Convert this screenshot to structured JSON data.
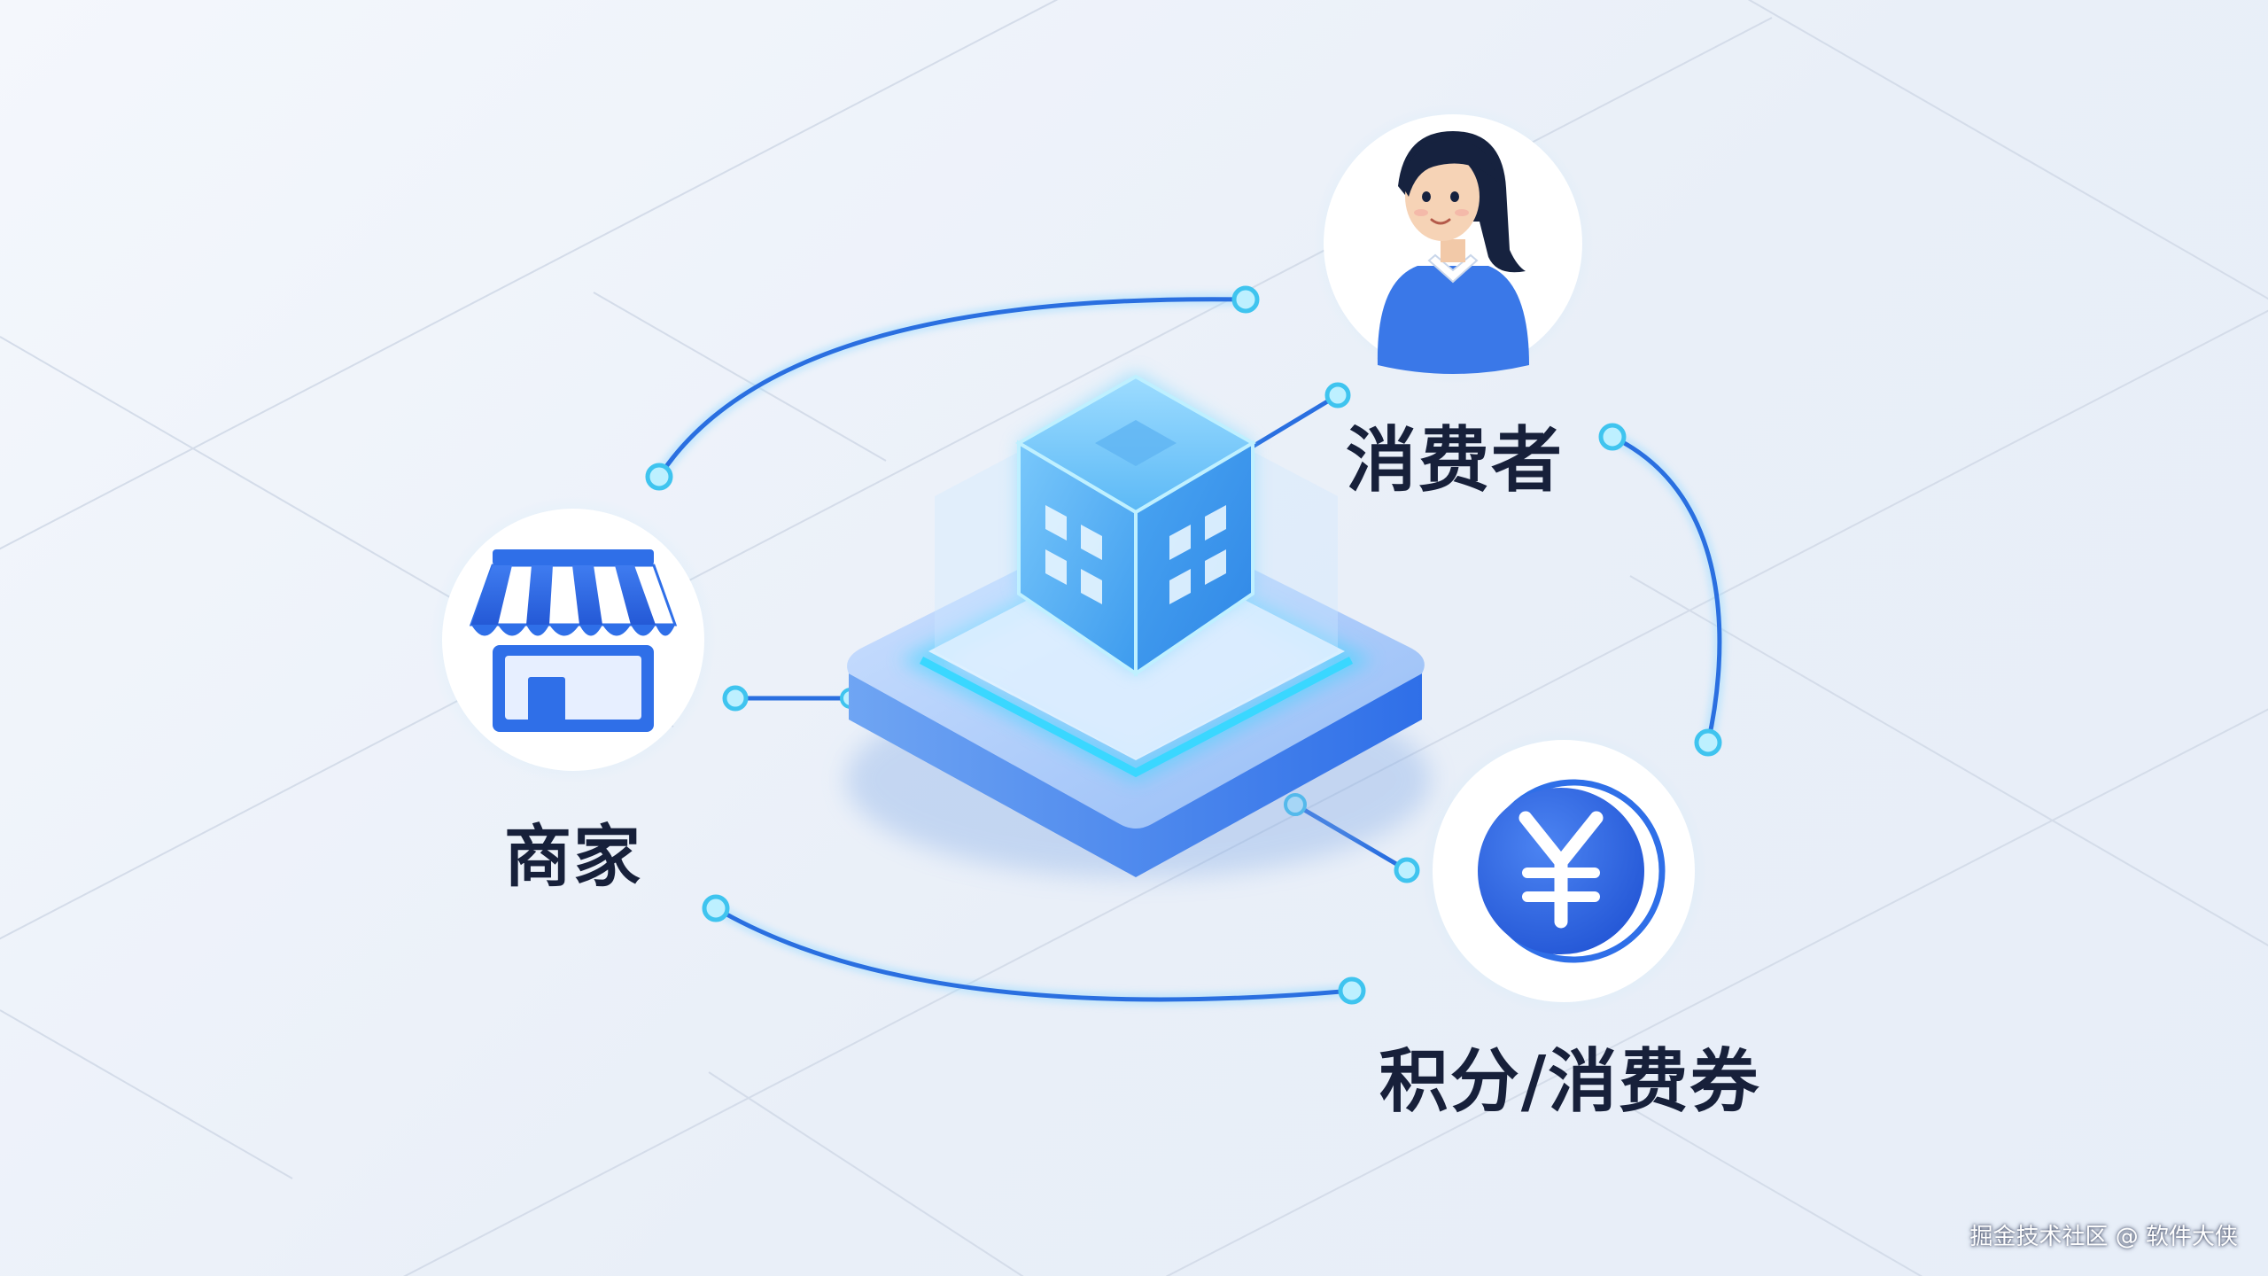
{
  "nodes": {
    "center": {
      "name": "platform"
    },
    "merchant": {
      "label": "商家",
      "icon": "storefront-icon"
    },
    "consumer": {
      "label": "消费者",
      "icon": "person-avatar-icon"
    },
    "points": {
      "label": "积分/消费券",
      "icon": "yuan-coin-icon"
    }
  },
  "watermark": "掘金技术社区 @ 软件大侠",
  "colors": {
    "accent": "#2f6fe8",
    "connector": "#2a6fe0",
    "node_dot": "#3fc4ef",
    "cube": "#58b6f5",
    "glow": "#38d6ff",
    "platform_base": "#4f8cf0",
    "label_text": "#17203a",
    "background": "#eef3fa"
  }
}
